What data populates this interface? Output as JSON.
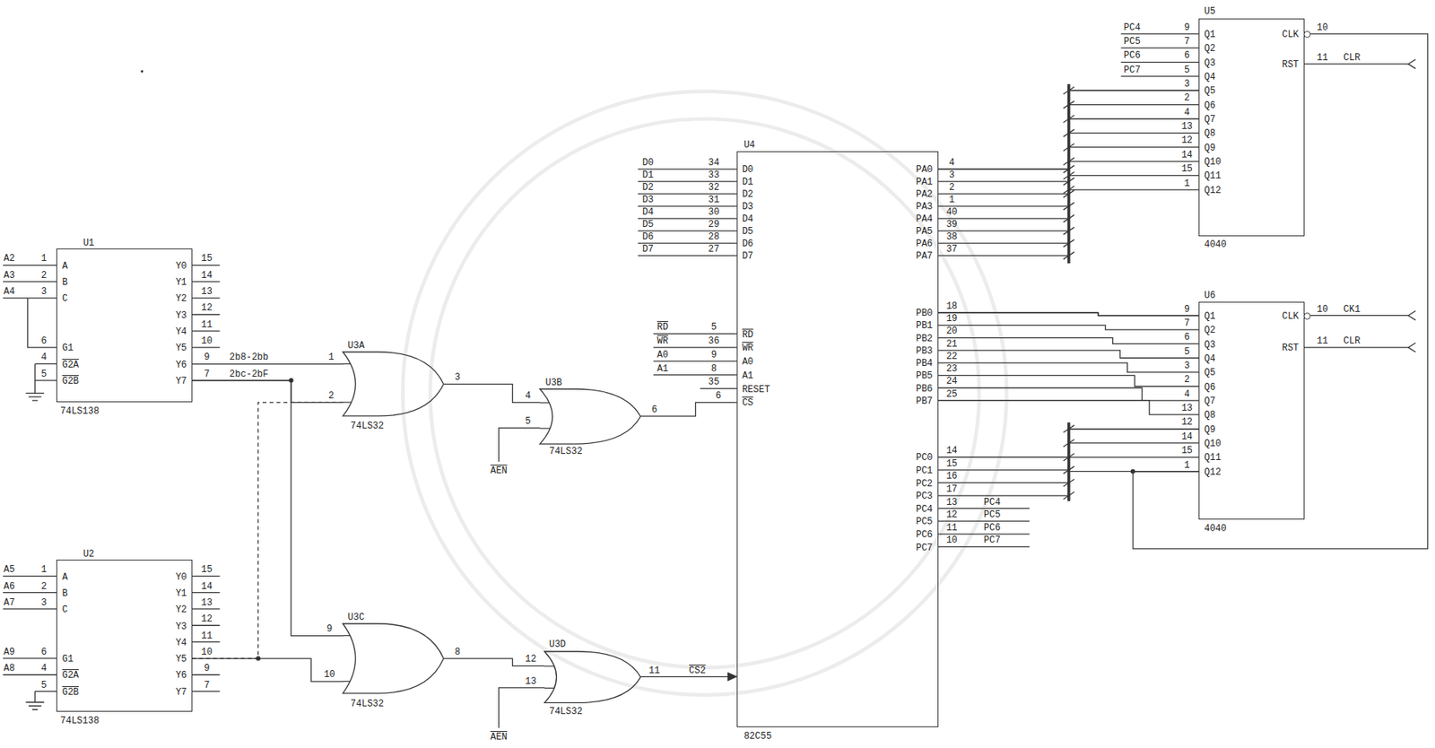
{
  "diagram": {
    "nodes": [
      {
        "text": [
          "U1",
          "74LS138",
          "A",
          "B",
          "C",
          "G1",
          "G2A",
          "G2B",
          "Y0",
          "Y1",
          "Y2",
          "Y3",
          "Y4",
          "Y5",
          "Y6",
          "Y7"
        ]
      },
      {
        "text": [
          "U2",
          "74LS138",
          "A",
          "B",
          "C",
          "G1",
          "G2A",
          "G2B",
          "Y0",
          "Y1",
          "Y2",
          "Y3",
          "Y4",
          "Y5",
          "Y6",
          "Y7"
        ]
      },
      {
        "text": [
          "U3A",
          "74LS32"
        ]
      },
      {
        "text": [
          "U3B",
          "74LS32"
        ]
      },
      {
        "text": [
          "U3C",
          "74LS32"
        ]
      },
      {
        "text": [
          "U3D",
          "74LS32"
        ]
      },
      {
        "text": [
          "U4",
          "82C55",
          "D0",
          "D1",
          "D2",
          "D3",
          "D4",
          "D5",
          "D6",
          "D7",
          "RD",
          "WR",
          "A0",
          "A1",
          "RESET",
          "CS",
          "PA0",
          "PA1",
          "PA2",
          "PA3",
          "PA4",
          "PA5",
          "PA6",
          "PA7",
          "PB0",
          "PB1",
          "PB2",
          "PB3",
          "PB4",
          "PB5",
          "PB6",
          "PB7",
          "PC0",
          "PC1",
          "PC2",
          "PC3",
          "PC4",
          "PC5",
          "PC6",
          "PC7"
        ]
      },
      {
        "text": [
          "U5",
          "4040",
          "Q1",
          "Q2",
          "Q3",
          "Q4",
          "Q5",
          "Q6",
          "Q7",
          "Q8",
          "Q9",
          "Q10",
          "Q11",
          "Q12",
          "CLK",
          "RST"
        ]
      },
      {
        "text": [
          "U6",
          "4040",
          "Q1",
          "Q2",
          "Q3",
          "Q4",
          "Q5",
          "Q6",
          "Q7",
          "Q8",
          "Q9",
          "Q10",
          "Q11",
          "Q12",
          "CLK",
          "RST"
        ]
      }
    ],
    "edges": [
      {
        "from": 0,
        "to": 2,
        "arrow": "none"
      },
      {
        "from": 0,
        "to": 2,
        "arrow": "none"
      },
      {
        "from": 0,
        "to": 4,
        "arrow": "none"
      },
      {
        "from": 1,
        "to": 4,
        "arrow": "none"
      },
      {
        "from": 2,
        "to": 3,
        "arrow": "none"
      },
      {
        "from": 3,
        "to": 6,
        "arrow": "none"
      },
      {
        "from": 4,
        "to": 5,
        "arrow": "none"
      },
      {
        "from": 6,
        "to": 7,
        "arrow": "none"
      },
      {
        "from": 6,
        "to": 8,
        "arrow": "none"
      },
      {
        "from": 6,
        "to": 8,
        "arrow": "none"
      },
      {
        "from": 8,
        "to": 7,
        "arrow": "none"
      },
      {
        "from": 1,
        "to": 2,
        "arrow": "none"
      }
    ],
    "labels": [
      "A2",
      "1",
      "A3",
      "2",
      "A4",
      "3",
      "6",
      "4",
      "5",
      "15",
      "14",
      "13",
      "12",
      "11",
      "10",
      "9",
      "7",
      "2b8-2bb",
      "2bc-2bF",
      "A5",
      "1",
      "A6",
      "2",
      "A7",
      "3",
      "A9",
      "6",
      "A8",
      "4",
      "5",
      "15",
      "14",
      "13",
      "12",
      "11",
      "10",
      "9",
      "7",
      "1",
      "2",
      "3",
      "4",
      "5",
      "6",
      "AEN",
      "9",
      "10",
      "8",
      "12",
      "13",
      "11",
      "AEN",
      "CS2",
      "D0",
      "34",
      "D1",
      "33",
      "D2",
      "32",
      "D3",
      "31",
      "D4",
      "30",
      "D5",
      "29",
      "D6",
      "28",
      "D7",
      "27",
      "RD",
      "5",
      "WR",
      "36",
      "A0",
      "9",
      "A1",
      "8",
      "35",
      "6",
      "4",
      "3",
      "2",
      "1",
      "40",
      "39",
      "38",
      "37",
      "18",
      "19",
      "20",
      "21",
      "22",
      "23",
      "24",
      "25",
      "14",
      "15",
      "16",
      "17",
      "13",
      "12",
      "11",
      "10",
      "PC4",
      "PC5",
      "PC6",
      "PC7",
      "PC4",
      "PC5",
      "PC6",
      "PC7",
      "9",
      "7",
      "6",
      "5",
      "3",
      "2",
      "4",
      "13",
      "12",
      "14",
      "15",
      "1",
      "10",
      "11",
      "CLR",
      "9",
      "7",
      "6",
      "5",
      "3",
      "2",
      "4",
      "13",
      "12",
      "14",
      "15",
      "1",
      "10",
      "CK1",
      "11",
      "CLR"
    ]
  }
}
